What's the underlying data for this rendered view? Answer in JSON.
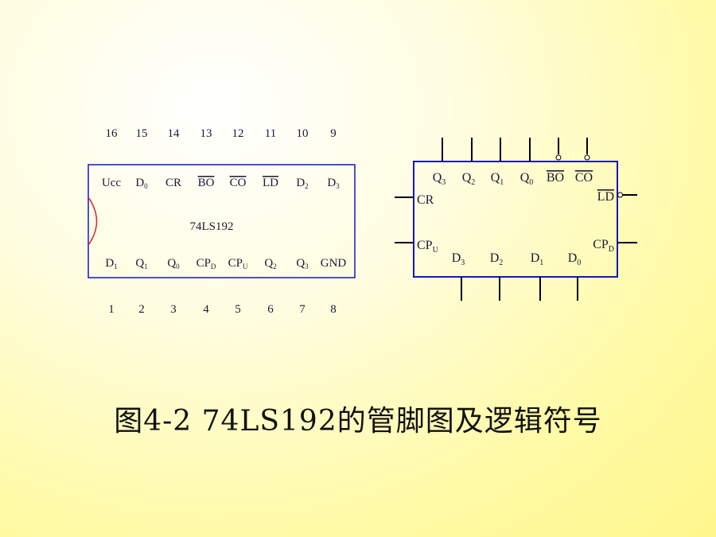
{
  "pinout": {
    "chip_label": "74LS192",
    "top_pin_numbers": [
      "16",
      "15",
      "14",
      "13",
      "12",
      "11",
      "10",
      "9"
    ],
    "top_pin_names": [
      {
        "base": "Ucc",
        "sub": "",
        "overline": false
      },
      {
        "base": "D",
        "sub": "0",
        "overline": false
      },
      {
        "base": "CR",
        "sub": "",
        "overline": false
      },
      {
        "base": "BO",
        "sub": "",
        "overline": true
      },
      {
        "base": "CO",
        "sub": "",
        "overline": true
      },
      {
        "base": "LD",
        "sub": "",
        "overline": true
      },
      {
        "base": "D",
        "sub": "2",
        "overline": false
      },
      {
        "base": "D",
        "sub": "3",
        "overline": false
      }
    ],
    "bottom_pin_names": [
      {
        "base": "D",
        "sub": "1",
        "overline": false
      },
      {
        "base": "Q",
        "sub": "1",
        "overline": false
      },
      {
        "base": "Q",
        "sub": "0",
        "overline": false
      },
      {
        "base": "CP",
        "sub": "D",
        "overline": false
      },
      {
        "base": "CP",
        "sub": "U",
        "overline": false
      },
      {
        "base": "Q",
        "sub": "2",
        "overline": false
      },
      {
        "base": "Q",
        "sub": "3",
        "overline": false
      },
      {
        "base": "GND",
        "sub": "",
        "overline": false
      }
    ],
    "bottom_pin_numbers": [
      "1",
      "2",
      "3",
      "4",
      "5",
      "6",
      "7",
      "8"
    ]
  },
  "logic_symbol": {
    "top_outputs": [
      {
        "base": "Q",
        "sub": "3",
        "overline": false
      },
      {
        "base": "Q",
        "sub": "2",
        "overline": false
      },
      {
        "base": "Q",
        "sub": "1",
        "overline": false
      },
      {
        "base": "Q",
        "sub": "0",
        "overline": false
      },
      {
        "base": "BO",
        "sub": "",
        "overline": true
      },
      {
        "base": "CO",
        "sub": "",
        "overline": true
      }
    ],
    "left_inputs": [
      {
        "base": "CR",
        "sub": "",
        "overline": false
      },
      {
        "base": "CP",
        "sub": "U",
        "overline": false
      }
    ],
    "right_inputs": [
      {
        "base": "LD",
        "sub": "",
        "overline": true
      },
      {
        "base": "CP",
        "sub": "D",
        "overline": false
      }
    ],
    "bottom_inputs": [
      {
        "base": "D",
        "sub": "3",
        "overline": false
      },
      {
        "base": "D",
        "sub": "2",
        "overline": false
      },
      {
        "base": "D",
        "sub": "1",
        "overline": false
      },
      {
        "base": "D",
        "sub": "0",
        "overline": false
      }
    ]
  },
  "caption": "图4-2   74LS192的管脚图及逻辑符号",
  "colors": {
    "outline": "#1515c8",
    "ink": "#1a1a33",
    "lead": "#000000"
  }
}
